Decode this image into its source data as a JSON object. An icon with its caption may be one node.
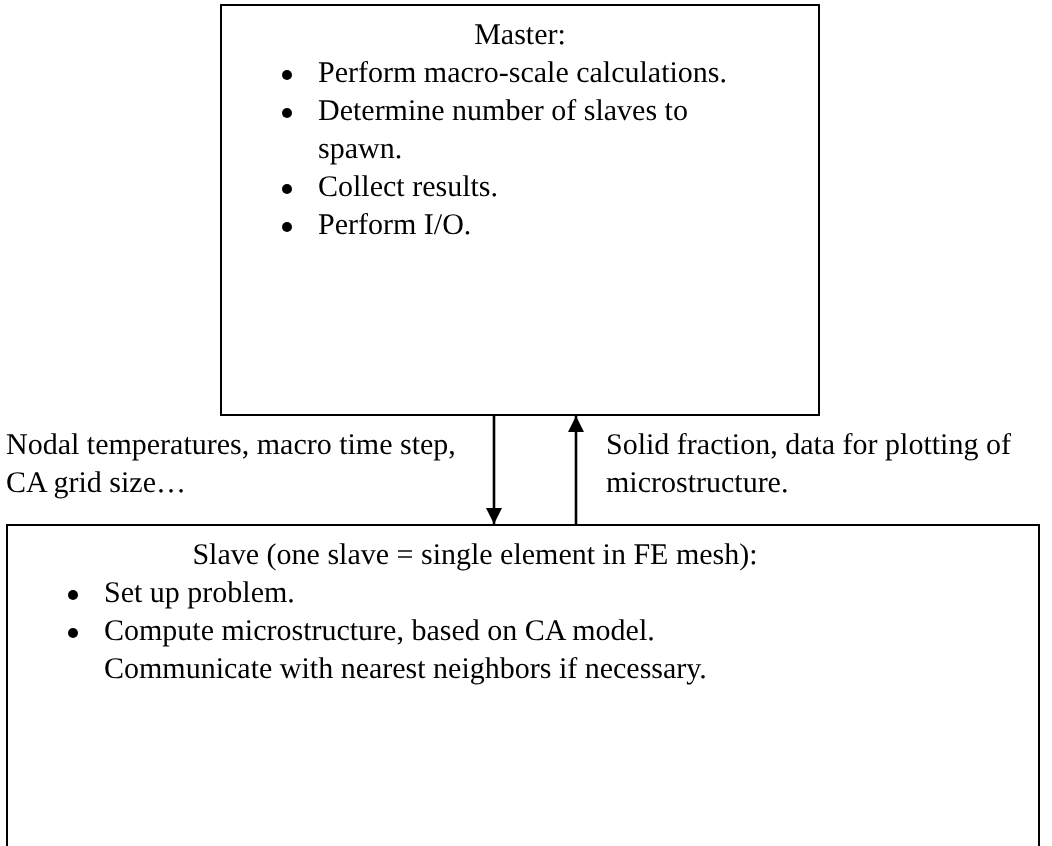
{
  "diagram": {
    "nodes": [
      {
        "text": [
          "Master:",
          "Perform macro-scale calculations.",
          "Determine number of slaves to spawn.",
          "Collect results.",
          "Perform I/O."
        ]
      },
      {
        "text": [
          "Slave (one slave = single element in FE mesh):",
          "Set up problem.",
          "Compute microstructure, based on CA model. Communicate with nearest neighbors if necessary."
        ]
      }
    ],
    "edges": [
      {
        "from": 0,
        "to": 1,
        "arrow": "to",
        "label": "Nodal temperatures, macro time step, CA grid size…"
      },
      {
        "from": 1,
        "to": 0,
        "arrow": "to",
        "label": "Solid fraction, data for plotting of microstructure."
      }
    ]
  }
}
